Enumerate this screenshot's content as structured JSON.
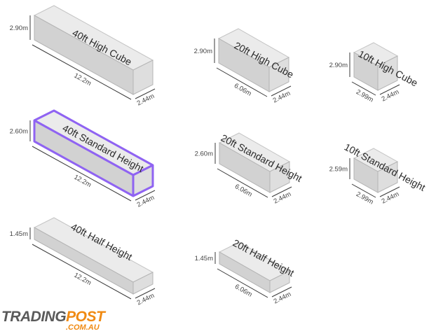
{
  "containers": [
    {
      "id": "40ft-high-cube",
      "name": "40ft High Cube",
      "height": "2.90m",
      "length": "12.2m",
      "width": "2.44m",
      "selected": false
    },
    {
      "id": "20ft-high-cube",
      "name": "20ft High Cube",
      "height": "2.90m",
      "length": "6.06m",
      "width": "2.44m",
      "selected": false
    },
    {
      "id": "10ft-high-cube",
      "name": "10ft High Cube",
      "height": "2.90m",
      "length": "2.99m",
      "width": "2.44m",
      "selected": false
    },
    {
      "id": "40ft-standard-height",
      "name": "40ft Standard Height",
      "height": "2.60m",
      "length": "12.2m",
      "width": "2.44m",
      "selected": true
    },
    {
      "id": "20ft-standard-height",
      "name": "20ft Standard Height",
      "height": "2.60m",
      "length": "6.06m",
      "width": "2.44m",
      "selected": false
    },
    {
      "id": "10ft-standard-height",
      "name": "10ft Standard Height",
      "height": "2.59m",
      "length": "2.99m",
      "width": "2.44m",
      "selected": false
    },
    {
      "id": "40ft-half-height",
      "name": "40ft Half Height",
      "height": "1.45m",
      "length": "12.2m",
      "width": "2.44m",
      "selected": false
    },
    {
      "id": "20ft-half-height",
      "name": "20ft Half Height",
      "height": "1.45m",
      "length": "6.06m",
      "width": "2.44m",
      "selected": false
    }
  ],
  "colors": {
    "selected_outline": "#8f63f2",
    "logo_gray": "#5a5a5a",
    "logo_orange": "#f08a12"
  },
  "watermark": {
    "part1": "TRADING",
    "part2": "POST",
    "domain": ".COM.AU"
  }
}
